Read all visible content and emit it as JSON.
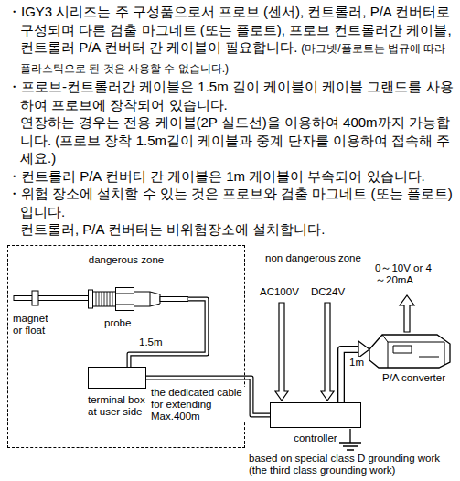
{
  "diagram": {
    "nodes": [
      {
        "text": [
          "dangerous zone"
        ]
      },
      {
        "text": [
          "probe"
        ],
        "in": 0
      },
      {
        "text": [
          "terminal box at user side"
        ],
        "in": 0
      },
      {
        "text": [
          "controller"
        ]
      },
      {
        "text": [
          "P/A converter"
        ]
      }
    ],
    "edges": [
      {
        "from": 1,
        "to": 2,
        "arrow": "none",
        "label": "1.5m"
      },
      {
        "from": 2,
        "to": 3,
        "arrow": "none",
        "label": "the dedicated cable for extending Max.400m"
      },
      {
        "from": 3,
        "to": 4,
        "arrow": "to",
        "label": "1m"
      }
    ],
    "labels": [
      "・IGY3 시리즈는 주 구성품으로서 프로브 (센서), 컨트롤러, P/A 컨버터로 구성되며 다른 검출 마그네트 (또는 플로트), 프로브 컨트롤러간 케이블, 컨트롤러 P/A 컨버터 간 케이블이 필요합니다.",
      "(마그넷/플로트는 법규에 따라 플라스틱으로 된 것은 사용할 수 없습니다.)",
      "・프로브-컨트롤러간 케이블은 1.5m 길이 케이블이 케이블 그랜드를 사용하여 프로브에 장착되어 있습니다.",
      "연장하는 경우는 전용 케이블(2P 실드선)을 이용하여 400m까지 가능합니다. (프로브 장착 1.5m길이 케이블과 중계 단자를 이용하여 접속해 주세요.)",
      "・컨트롤러 P/A 컨버터 간 케이블은 1m 케이블이 부속되어 있습니다.",
      "・위험 장소에 설치할 수 있는 것은 프로브와 검출 마그네트 (또는 플로트)입니다.",
      "컨트롤러, P/A 컨버터는 비위험장소에 설치합니다.",
      "non dangerous zone",
      "magnet or float",
      "AC100V",
      "DC24V",
      "0～10V or 4～20mA",
      "based on special class D grounding work (the third class grounding work)"
    ]
  }
}
